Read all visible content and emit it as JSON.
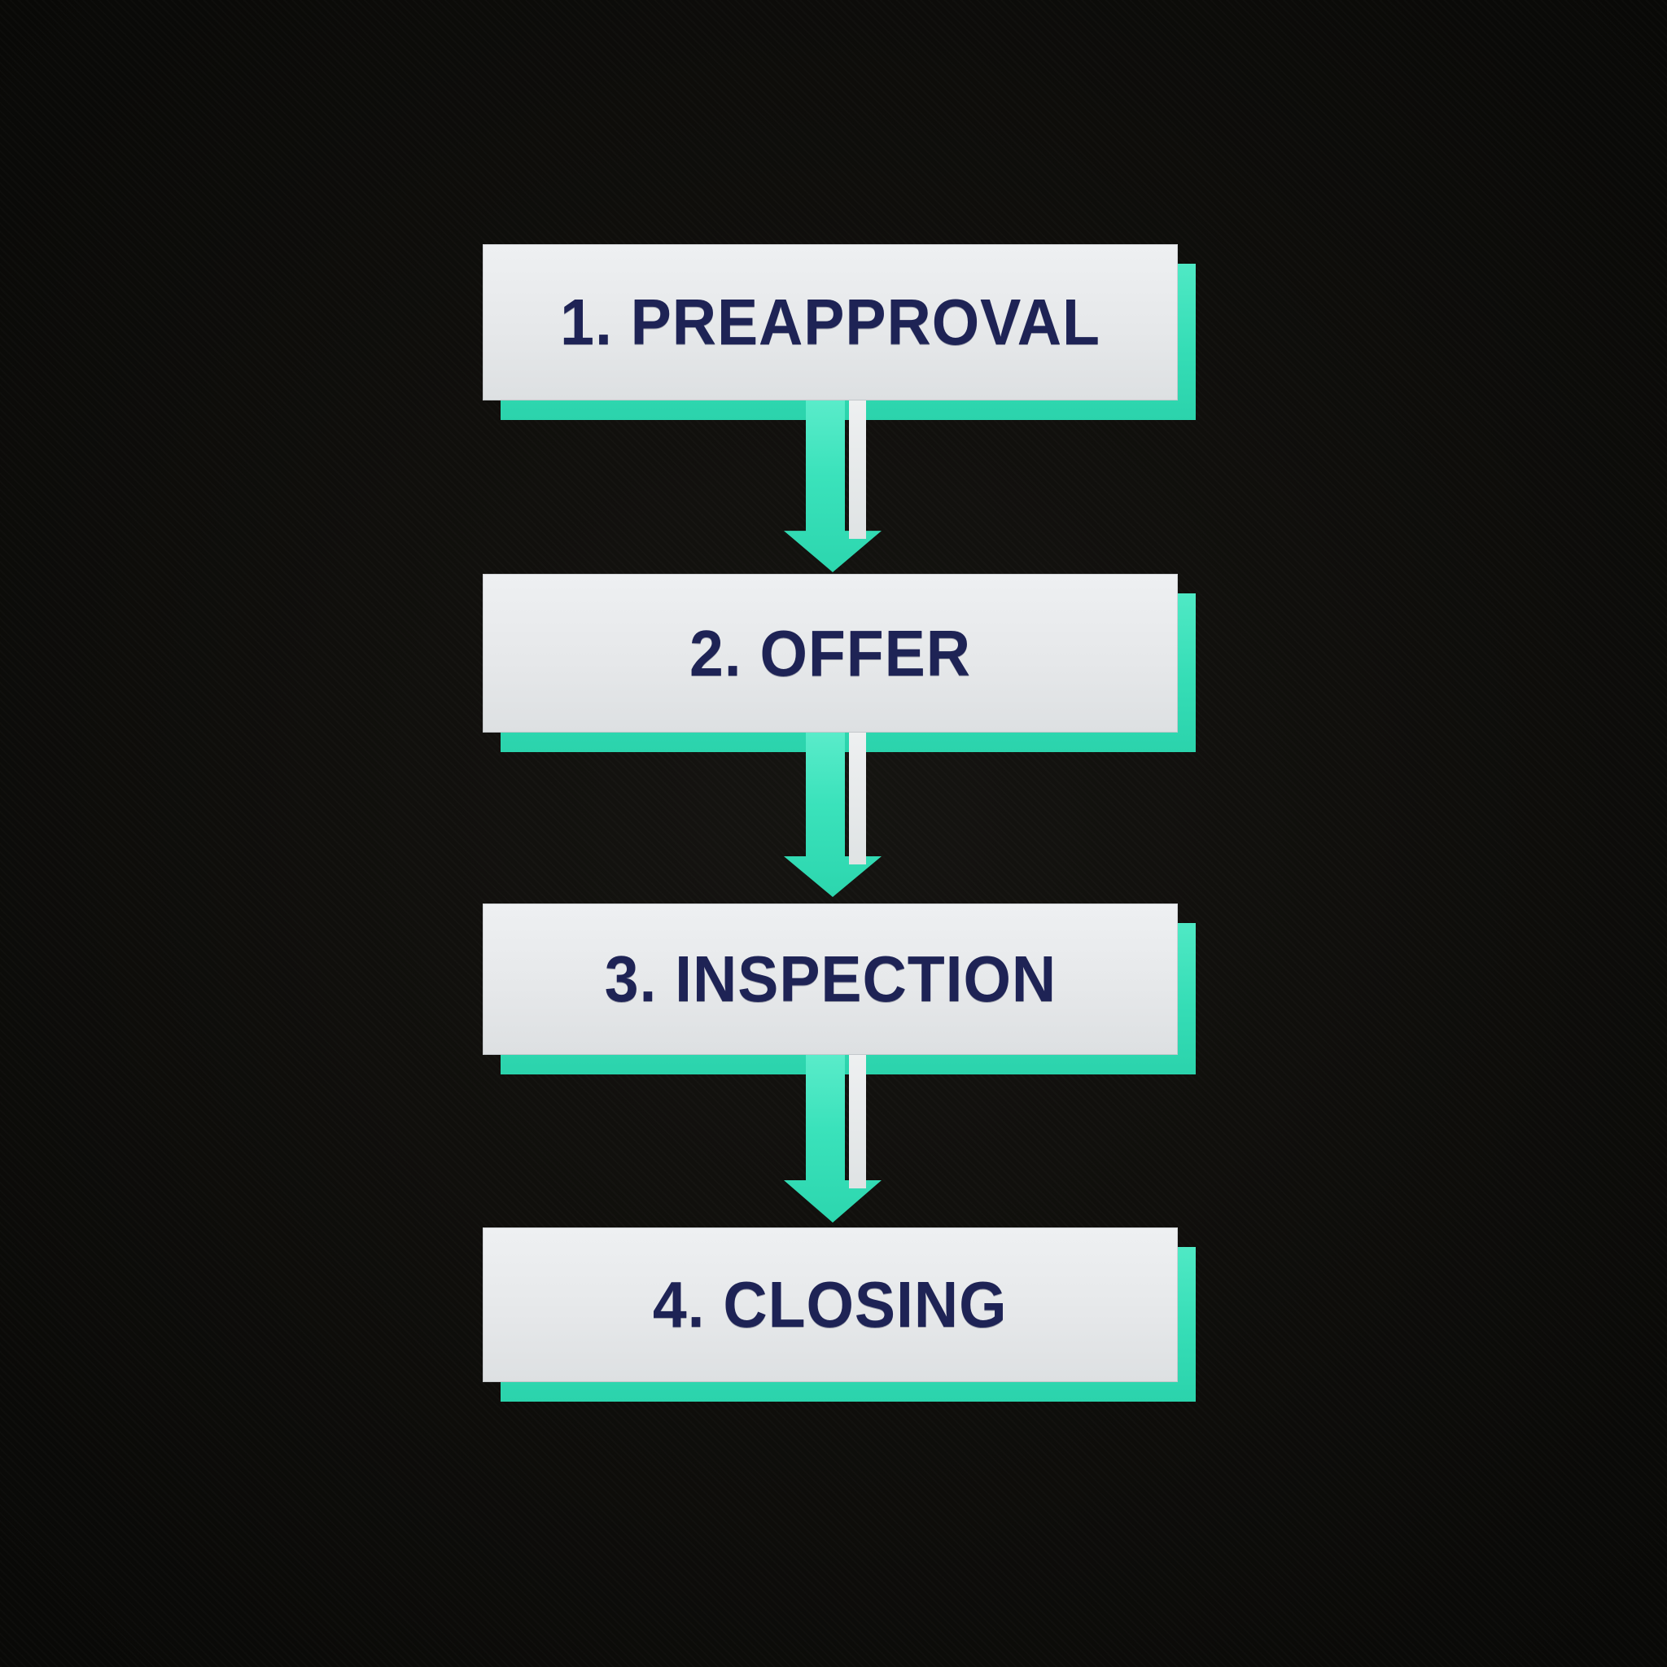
{
  "diagram": {
    "type": "flowchart",
    "orientation": "vertical",
    "steps": [
      {
        "label": "1. PREAPPROVAL"
      },
      {
        "label": "2. OFFER"
      },
      {
        "label": "3. INSPECTION"
      },
      {
        "label": "4. CLOSING"
      }
    ],
    "connector_icon": "down-arrow-icon",
    "colors": {
      "background": "#0f0e0b",
      "box_fill": "#e7e9eb",
      "box_text": "#1e2355",
      "accent_teal": "#3ae2bb",
      "accent_teal_light": "#5aecca",
      "accent_teal_dark": "#2bd3ac",
      "arrow_secondary_white": "#e6e9ea"
    }
  }
}
